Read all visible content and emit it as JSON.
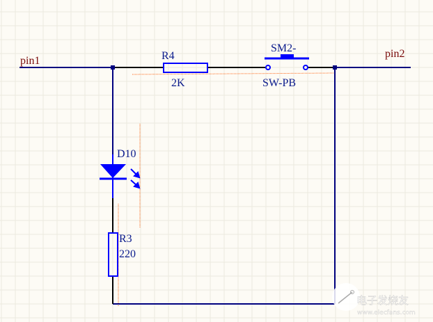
{
  "ports": {
    "pin1": "pin1",
    "pin2": "pin2"
  },
  "components": {
    "r4": {
      "designator": "R4",
      "value": "2K"
    },
    "sm2": {
      "designator": "SM2-",
      "value": "SW-PB"
    },
    "d10": {
      "designator": "D10"
    },
    "r3": {
      "designator": "R3",
      "value": "220"
    }
  },
  "colors": {
    "wire": "#00007f",
    "part": "#0000ff",
    "label": "#0a1a8c",
    "port": "#7a0a0a",
    "squiggle": "#ff6a1a",
    "grid": "#ece9df",
    "background": "#fdfbf5"
  },
  "watermark": {
    "title": "电子发烧友",
    "url": "www.elecfans.com"
  }
}
